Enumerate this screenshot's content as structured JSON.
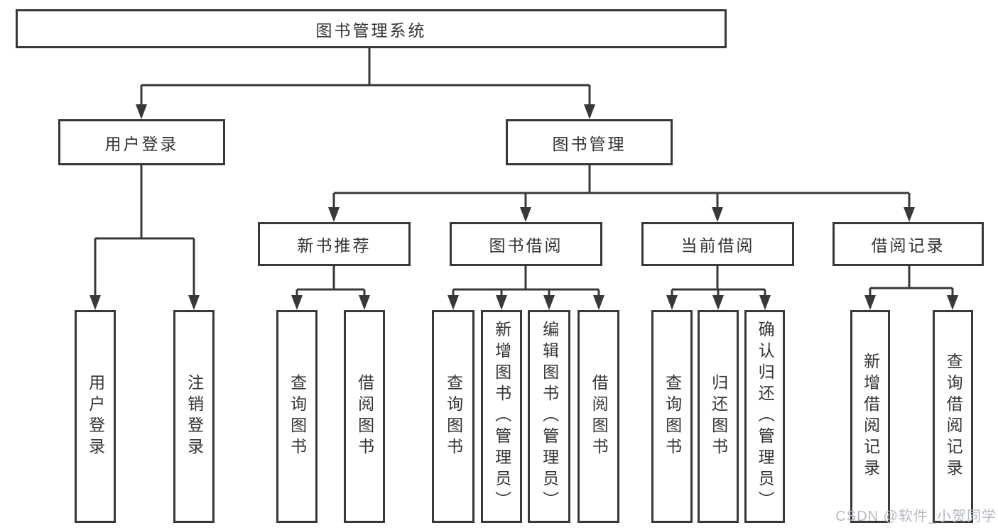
{
  "tree": {
    "root": {
      "label": "图书管理系统",
      "children": [
        {
          "label": "用户登录",
          "children": [
            {
              "label": "用户登录"
            },
            {
              "label": "注销登录"
            }
          ]
        },
        {
          "label": "图书管理",
          "children": [
            {
              "label": "新书推荐",
              "children": [
                {
                  "label": "查询图书"
                },
                {
                  "label": "借阅图书"
                }
              ]
            },
            {
              "label": "图书借阅",
              "children": [
                {
                  "label": "查询图书"
                },
                {
                  "label": "新增图书（管理员）"
                },
                {
                  "label": "编辑图书（管理员）"
                },
                {
                  "label": "借阅图书"
                }
              ]
            },
            {
              "label": "当前借阅",
              "children": [
                {
                  "label": "查询图书"
                },
                {
                  "label": "归还图书"
                },
                {
                  "label": "确认归还（管理员）"
                }
              ]
            },
            {
              "label": "借阅记录",
              "children": [
                {
                  "label": "新增借阅记录"
                },
                {
                  "label": "查询借阅记录"
                }
              ]
            }
          ]
        }
      ]
    }
  },
  "watermark": "CSDN @软件_小贺同学",
  "colors": {
    "line": "#383838",
    "text": "#333333",
    "watermark": "#b5bac0",
    "background": "#ffffff"
  }
}
